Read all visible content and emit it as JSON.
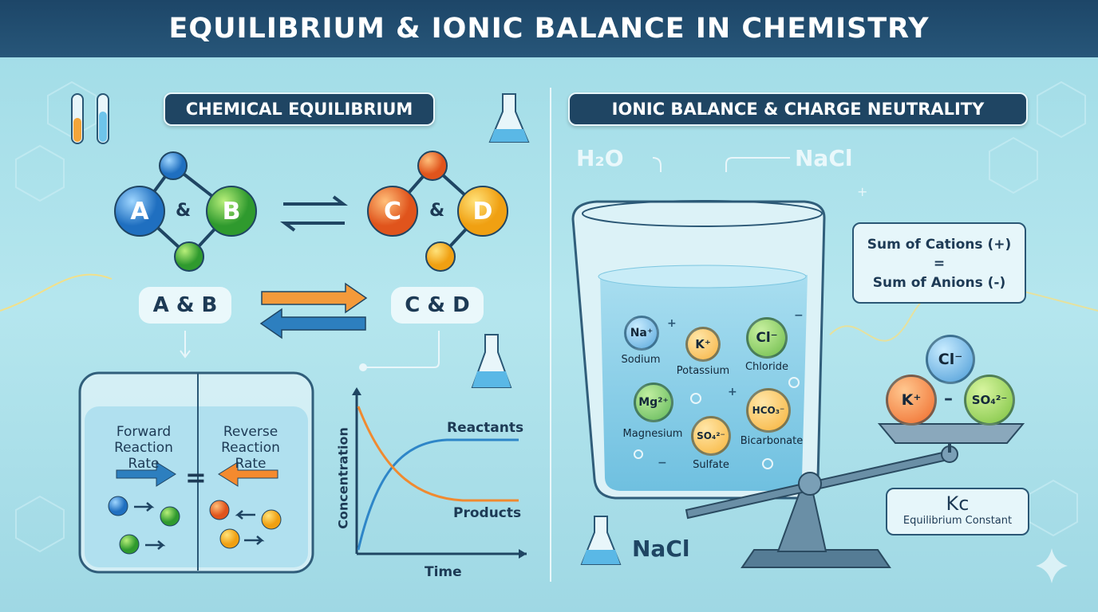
{
  "title": "EQUILIBRIUM & IONIC BALANCE IN CHEMISTRY",
  "left": {
    "heading": "CHEMICAL EQUILIBRIUM",
    "molecules": {
      "a": "A",
      "b": "B",
      "c": "C",
      "d": "D",
      "amp": "&"
    },
    "reactants_label": "A & B",
    "products_label": "C & D",
    "beaker": {
      "forward": "Forward Reaction Rate",
      "reverse": "Reverse Reaction Rate",
      "equals": "="
    },
    "graph": {
      "ylabel": "Concentration",
      "xlabel": "Time",
      "reactants": "Reactants",
      "products": "Products"
    }
  },
  "right": {
    "heading": "IONIC BALANCE & CHARGE NEUTRALITY",
    "h2o": "H₂O",
    "nacl_top": "NaCl",
    "nacl_bottom": "NaCl",
    "ions": [
      {
        "symbol": "Na⁺",
        "name": "Sodium",
        "color": "#5aa8dc"
      },
      {
        "symbol": "K⁺",
        "name": "Potassium",
        "color": "#f6b343"
      },
      {
        "symbol": "Cl⁻",
        "name": "Chloride",
        "color": "#6dbb4a"
      },
      {
        "symbol": "Mg²⁺",
        "name": "Magnesium",
        "color": "#62b85a"
      },
      {
        "symbol": "SO₄²⁻",
        "name": "Sulfate",
        "color": "#f8b53c"
      },
      {
        "symbol": "HCO₃⁻",
        "name": "Bicarbonate",
        "color": "#f7b23a"
      }
    ],
    "neutrality_line1": "Sum of Cations (+)",
    "neutrality_eq": "=",
    "neutrality_line2": "Sum of Anions (-)",
    "scale": {
      "cl": "Cl⁻",
      "k": "K⁺",
      "so4": "SO₄²⁻",
      "dash": "–"
    },
    "kc_symbol": "Kc",
    "kc_label": "Equilibrium Constant"
  }
}
